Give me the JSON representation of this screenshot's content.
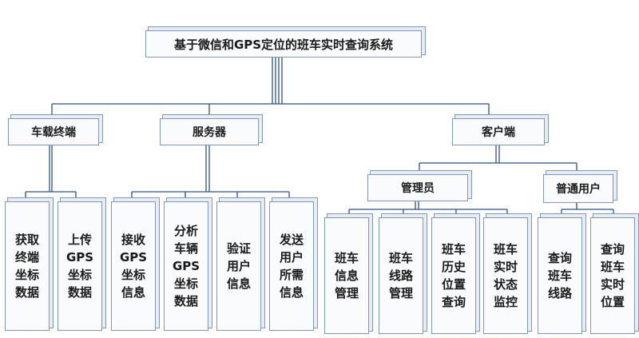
{
  "colors": {
    "line": "#2d4f86",
    "border": "#7f97b8",
    "fill": "#fafbfd"
  },
  "root": {
    "label": "基于微信和GPS定位的班车实时查询系统"
  },
  "groups": {
    "terminal": {
      "label": "车载终端"
    },
    "server": {
      "label": "服务器"
    },
    "client": {
      "label": "客户端"
    },
    "admin": {
      "label": "管理员"
    },
    "user": {
      "label": "普通用户"
    }
  },
  "leaves": {
    "get_gps": [
      "获取",
      "终端",
      "坐标",
      "数据"
    ],
    "upload_gps": [
      "上传",
      "GPS",
      "坐标",
      "数据"
    ],
    "recv_gps": [
      "接收",
      "GPS",
      "坐标",
      "信息"
    ],
    "analyze": [
      "分析",
      "车辆",
      "GPS",
      "坐标",
      "数据"
    ],
    "verify": [
      "验证",
      "用户",
      "信息"
    ],
    "send": [
      "发送",
      "用户",
      "所需",
      "信息"
    ],
    "bus_info": [
      "班车",
      "信息",
      "管理"
    ],
    "route_mgmt": [
      "班车",
      "线路",
      "管理"
    ],
    "history": [
      "班车",
      "历史",
      "位置",
      "查询"
    ],
    "monitor": [
      "班车",
      "实时",
      "状态",
      "监控"
    ],
    "query_route": [
      "查询",
      "班车",
      "线路"
    ],
    "query_pos": [
      "查询",
      "班车",
      "实时",
      "位置"
    ]
  }
}
